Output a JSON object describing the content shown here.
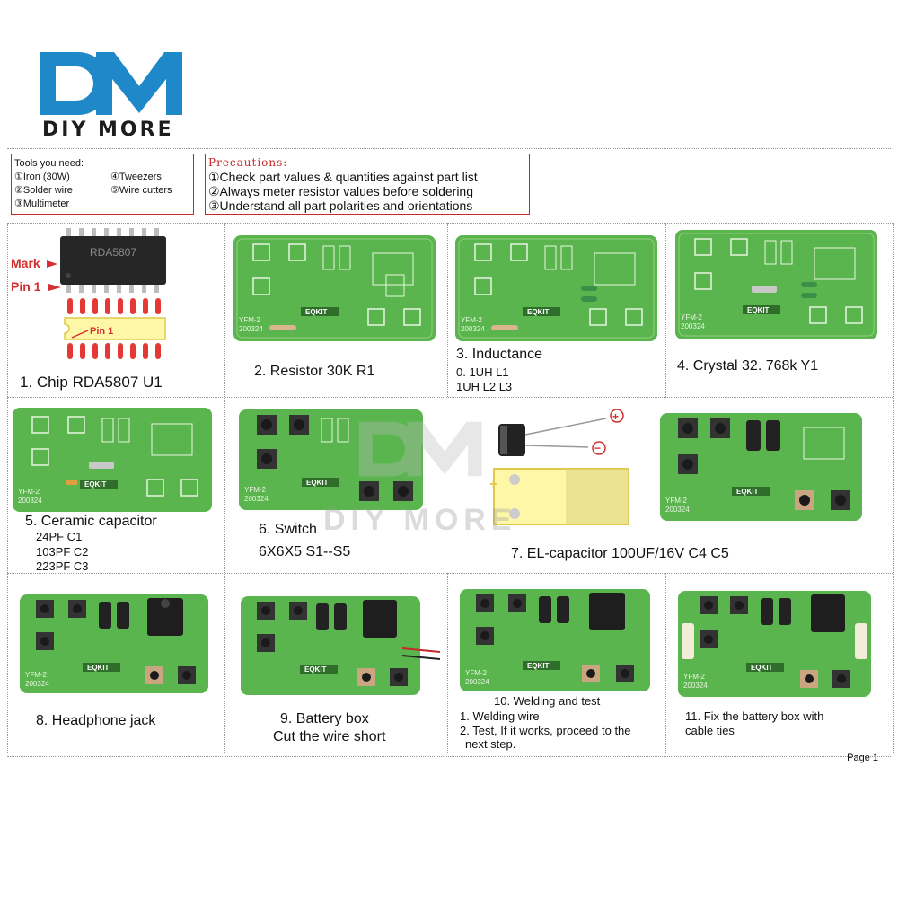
{
  "brand": {
    "logo_text": "DIY MORE",
    "colors": {
      "primary": "#1e88c8",
      "text": "#1d1d1d"
    }
  },
  "tools": {
    "heading": "Tools you need:",
    "items": [
      "①Iron (30W)",
      "②Solder wire",
      "③Multimeter",
      "④Tweezers",
      "⑤Wire cutters"
    ]
  },
  "precautions": {
    "heading": "Precautions:",
    "items": [
      "①Check part values & quantities against part list",
      "②Always meter resistor values before soldering",
      "③Understand all part polarities and orientations"
    ]
  },
  "steps": [
    {
      "lines": [
        "1. Chip    RDA5807  U1"
      ]
    },
    {
      "lines": [
        "2. Resistor  30K  R1"
      ]
    },
    {
      "lines": [
        "3. Inductance",
        "0. 1UH   L1",
        "1UH     L2 L3"
      ]
    },
    {
      "lines": [
        "4. Crystal   32. 768k   Y1"
      ]
    },
    {
      "lines": [
        "5. Ceramic capacitor",
        "24PF   C1",
        "103PF  C2",
        "223PF  C3"
      ]
    },
    {
      "lines": [
        "6. Switch",
        "6X6X5   S1--S5"
      ]
    },
    {
      "lines": [
        "7. EL-capacitor   100UF/16V   C4 C5"
      ]
    },
    {
      "lines": [
        "8. Headphone jack"
      ]
    },
    {
      "lines": [
        "9. Battery box",
        "Cut the wire short"
      ]
    },
    {
      "lines": [
        "10. Welding and test",
        "1. Welding wire",
        "2. Test, If it works, proceed to the",
        "next step."
      ]
    },
    {
      "lines": [
        "11. Fix the battery box with",
        "cable ties"
      ]
    }
  ],
  "chip": {
    "marking": "RDA5807",
    "mark_label": "Mark",
    "pin1_label": "Pin 1",
    "pin1_inner": "Pin 1"
  },
  "board": {
    "brand": "EQKIT",
    "model": "YFM-2",
    "date": "200324"
  },
  "capacitor_symbols": {
    "plus": "+",
    "minus": "−"
  },
  "watermark": "DIY MORE",
  "page_label": "Page 1"
}
